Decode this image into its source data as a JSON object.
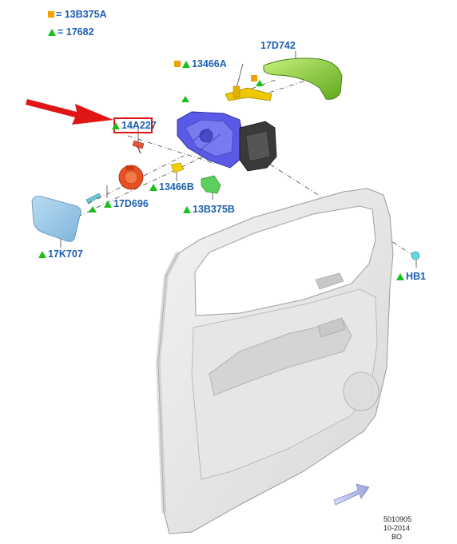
{
  "legend": [
    {
      "marker": "square",
      "color": "#f5a000",
      "text": "= 13B375A"
    },
    {
      "marker": "triangle",
      "color": "#19c019",
      "text": "= 17682"
    }
  ],
  "callouts": {
    "p17D742": "17D742",
    "p13466A": "13466A",
    "p14A227": "14A227",
    "p13466B": "13466B",
    "p17D696": "17D696",
    "p13B375B": "13B375B",
    "p17K707": "17K707",
    "pHB1": "HB1"
  },
  "stamp": {
    "line1": "5010905",
    "line2": "10-2014",
    "line3": "BO"
  },
  "colors": {
    "label_blue": "#1c5fb0",
    "triangle_green": "#19c019",
    "square_orange": "#f5a000",
    "highlight_red": "#e01515",
    "housing_blue": "#5050e0",
    "cover_green": "#8fd03a",
    "glass_blue": "#9cc8e6",
    "motor_red": "#e85020",
    "bracket_yellow": "#f0c800"
  }
}
